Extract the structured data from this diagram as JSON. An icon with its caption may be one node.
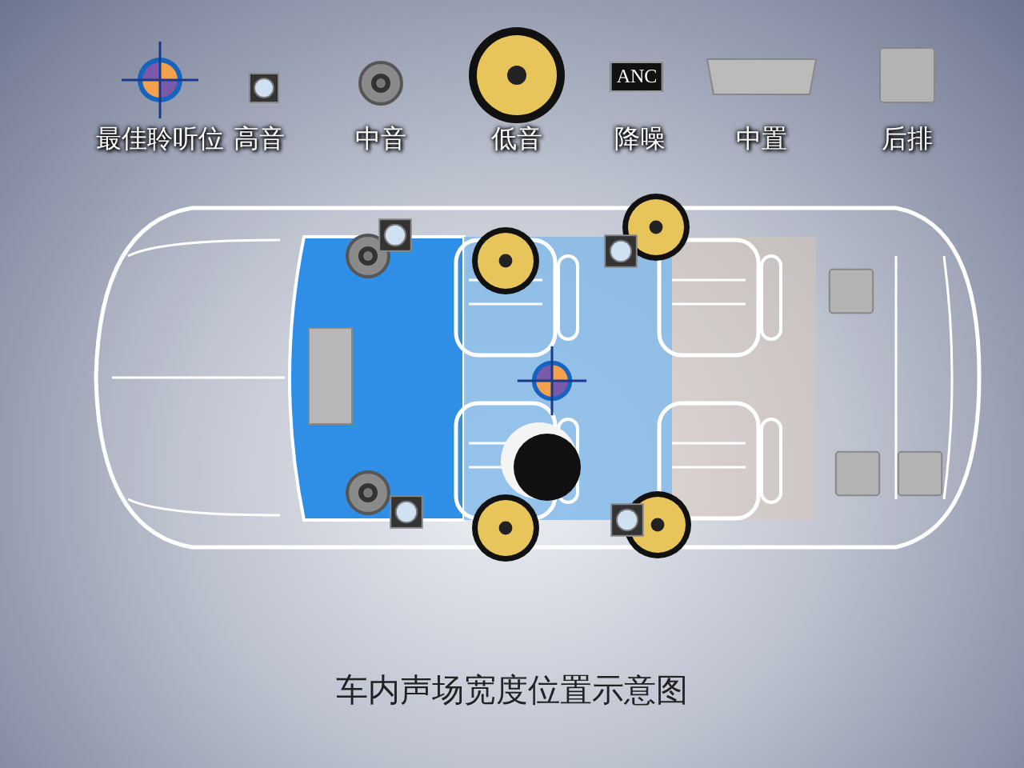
{
  "diagram": {
    "caption": "车内声场宽度位置示意图",
    "labels": [
      "ANC"
    ],
    "legend": [
      {
        "text": "最佳聆听位"
      },
      {
        "text": "高音"
      },
      {
        "text": "中音"
      },
      {
        "text": "低音"
      },
      {
        "text": "降噪"
      },
      {
        "text": "中置"
      },
      {
        "text": "后排"
      }
    ]
  }
}
